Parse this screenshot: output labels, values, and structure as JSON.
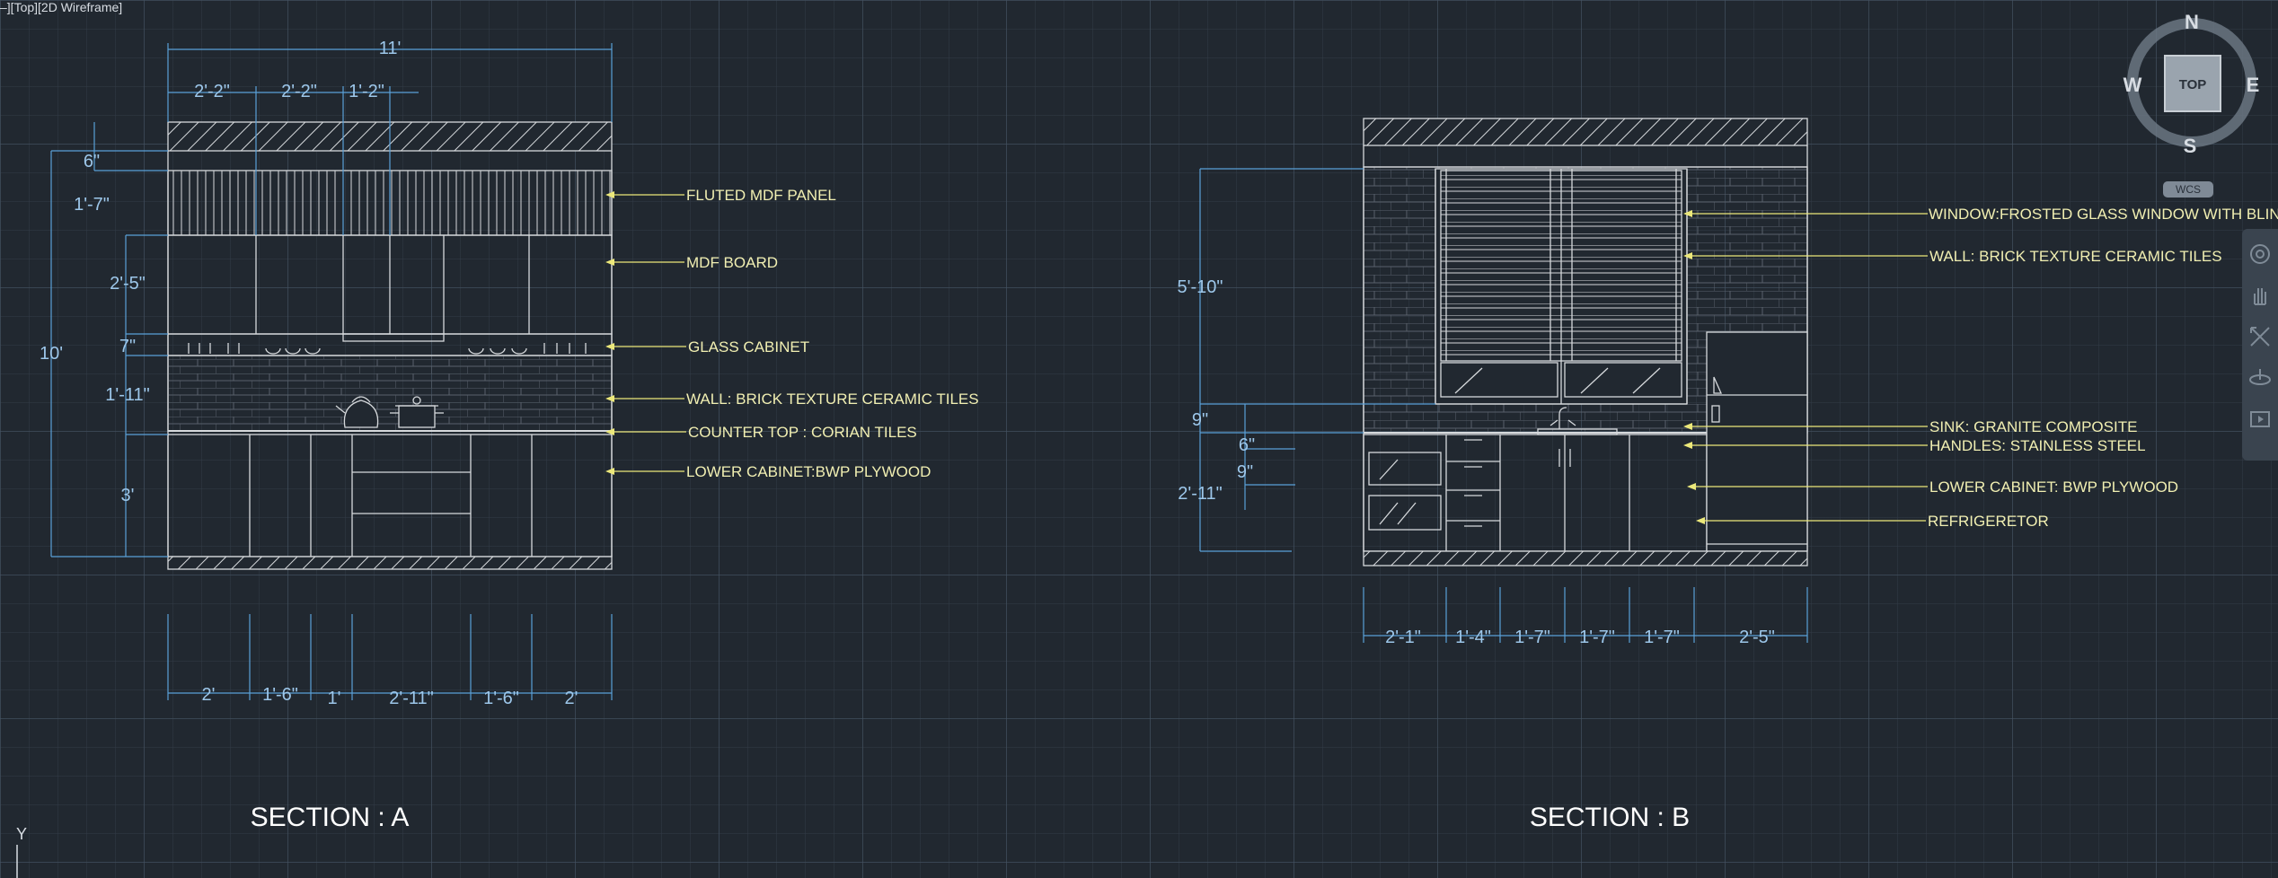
{
  "viewport": {
    "label": "–][Top][2D Wireframe]"
  },
  "navcube": {
    "face": "TOP",
    "north": "N",
    "south": "S",
    "east": "E",
    "west": "W",
    "ucs": "WCS"
  },
  "ucs_icon": {
    "y_label": "Y"
  },
  "colors": {
    "background": "#212830",
    "lines": "#d6d9dc",
    "dimension": "#5aa0d8",
    "dimension_text": "#9dc7ea",
    "annotation_text": "#f1efb2",
    "leader": "#ece87a",
    "title": "#ffffff"
  },
  "section_a": {
    "title": "SECTION : A",
    "dims_top": [
      "11'",
      "2'-2\"",
      "2'-2\"",
      "1'-2\""
    ],
    "dims_left": [
      "6\"",
      "1'-7\"",
      "2'-5\"",
      "7\"",
      "1'-11\"",
      "3'",
      "10'"
    ],
    "dims_bottom": [
      "2'",
      "1'-6\"",
      "1'",
      "2'-11\"",
      "1'-6\"",
      "2'"
    ],
    "labels": [
      "FLUTED MDF PANEL",
      "MDF BOARD",
      "GLASS CABINET",
      "WALL: BRICK TEXTURE CERAMIC TILES",
      "COUNTER TOP : CORIAN TILES",
      "LOWER CABINET:BWP PLYWOOD"
    ]
  },
  "section_b": {
    "title": "SECTION : B",
    "dims_left": [
      "5'-10\"",
      "9\"",
      "6\"",
      "9\"",
      "2'-11\""
    ],
    "dims_bottom": [
      "2'-1\"",
      "1'-4\"",
      "1'-7\"",
      "1'-7\"",
      "1'-7\"",
      "2'-5\""
    ],
    "labels": [
      "WINDOW:FROSTED GLASS WINDOW WITH BLINDS",
      "WALL: BRICK TEXTURE CERAMIC TILES",
      "SINK: GRANITE COMPOSITE",
      "HANDLES: STAINLESS STEEL",
      "LOWER CABINET: BWP PLYWOOD",
      "REFRIGERETOR"
    ]
  }
}
